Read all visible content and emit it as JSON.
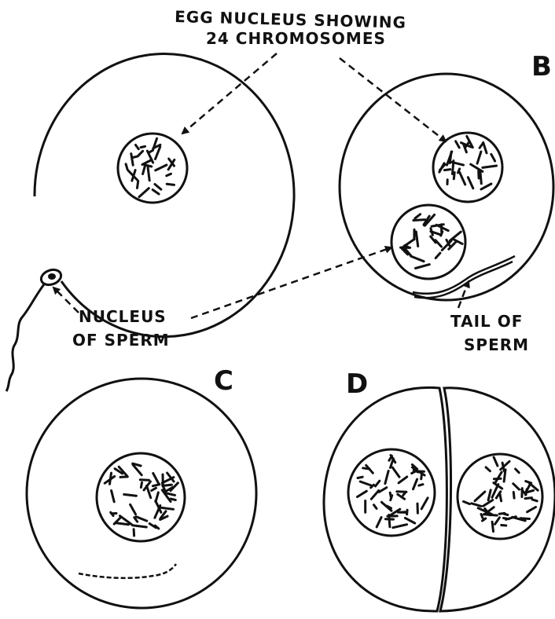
{
  "figure": {
    "labels": {
      "egg_nucleus_line1": "EGG NUCLEUS SHOWING",
      "egg_nucleus_line2": "24 CHROMOSOMES",
      "sperm_nucleus_line1": "NUCLEUS",
      "sperm_nucleus_line2": "OF SPERM",
      "tail_line1": "TAIL OF",
      "tail_line2": "SPERM"
    },
    "panels": {
      "b": "B",
      "c": "C",
      "d": "D"
    },
    "colors": {
      "ink": "#111111",
      "paper": "#ffffff"
    }
  }
}
